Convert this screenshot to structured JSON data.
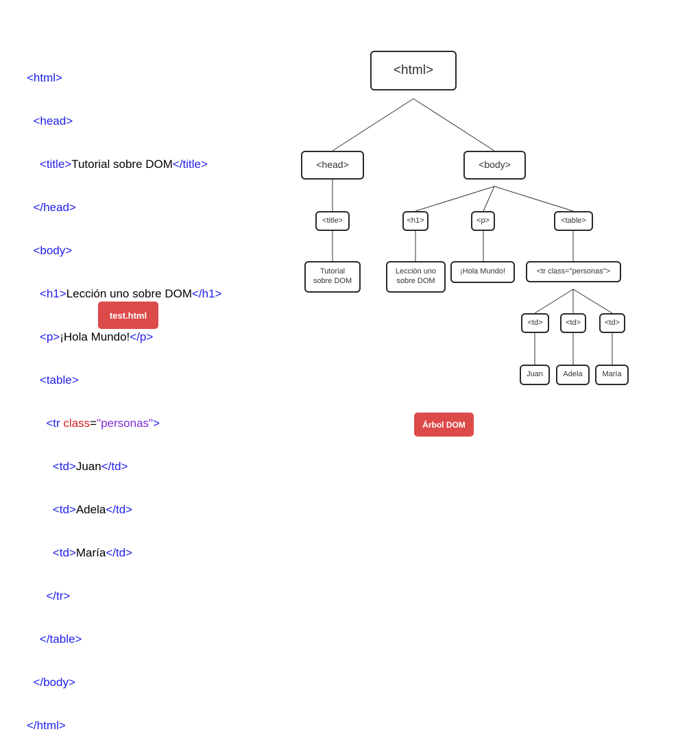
{
  "code": {
    "lines": [
      {
        "indent": "",
        "parts": [
          {
            "t": "tag",
            "v": "<html>"
          }
        ]
      },
      {
        "indent": "  ",
        "parts": [
          {
            "t": "tag",
            "v": "<head>"
          }
        ]
      },
      {
        "indent": "    ",
        "parts": [
          {
            "t": "tag",
            "v": "<title>"
          },
          {
            "t": "txt",
            "v": "Tutorial sobre DOM"
          },
          {
            "t": "tag",
            "v": "</title>"
          }
        ]
      },
      {
        "indent": "  ",
        "parts": [
          {
            "t": "tag",
            "v": "</head>"
          }
        ]
      },
      {
        "indent": "  ",
        "parts": [
          {
            "t": "tag",
            "v": "<body>"
          }
        ]
      },
      {
        "indent": "    ",
        "parts": [
          {
            "t": "tag",
            "v": "<h1>"
          },
          {
            "t": "txt",
            "v": "Lección uno sobre DOM"
          },
          {
            "t": "tag",
            "v": "</h1>"
          }
        ]
      },
      {
        "indent": "    ",
        "parts": [
          {
            "t": "tag",
            "v": "<p>"
          },
          {
            "t": "txt",
            "v": "¡Hola Mundo!"
          },
          {
            "t": "tag",
            "v": "</p>"
          }
        ]
      },
      {
        "indent": "    ",
        "parts": [
          {
            "t": "tag",
            "v": "<table>"
          }
        ]
      },
      {
        "indent": "      ",
        "parts": [
          {
            "t": "tag",
            "v": "<tr "
          },
          {
            "t": "attr",
            "v": "class"
          },
          {
            "t": "txt",
            "v": "="
          },
          {
            "t": "val",
            "v": "\"personas\""
          },
          {
            "t": "tag",
            "v": ">"
          }
        ]
      },
      {
        "indent": "        ",
        "parts": [
          {
            "t": "tag",
            "v": "<td>"
          },
          {
            "t": "txt",
            "v": "Juan"
          },
          {
            "t": "tag",
            "v": "</td>"
          }
        ]
      },
      {
        "indent": "        ",
        "parts": [
          {
            "t": "tag",
            "v": "<td>"
          },
          {
            "t": "txt",
            "v": "Adela"
          },
          {
            "t": "tag",
            "v": "</td>"
          }
        ]
      },
      {
        "indent": "        ",
        "parts": [
          {
            "t": "tag",
            "v": "<td>"
          },
          {
            "t": "txt",
            "v": "María"
          },
          {
            "t": "tag",
            "v": "</td>"
          }
        ]
      },
      {
        "indent": "      ",
        "parts": [
          {
            "t": "tag",
            "v": "</tr>"
          }
        ]
      },
      {
        "indent": "    ",
        "parts": [
          {
            "t": "tag",
            "v": "</table>"
          }
        ]
      },
      {
        "indent": "  ",
        "parts": [
          {
            "t": "tag",
            "v": "</body>"
          }
        ]
      },
      {
        "indent": "",
        "parts": [
          {
            "t": "tag",
            "v": "</html>"
          }
        ]
      }
    ]
  },
  "colors": {
    "tag": "#1e1ee8",
    "attr": "#d21f1f",
    "val": "#7a2ad6",
    "badge": "#dc4a4a"
  },
  "labels": {
    "file": "test.html",
    "tree": "Árbol DOM"
  },
  "tree": {
    "html": "<html>",
    "head": "<head>",
    "body": "<body>",
    "title": "<title>",
    "h1": "<h1>",
    "p": "<p>",
    "table": "<table>",
    "title_text": "Tutorial\nsobre DOM",
    "h1_text": "Lección uno\nsobre DOM",
    "p_text": "¡Hola Mundo!",
    "tr": "<tr class=\"personas\">",
    "td1": "<td>",
    "td2": "<td>",
    "td3": "<td>",
    "td1_text": "Juan",
    "td2_text": "Adela",
    "td3_text": "María"
  }
}
